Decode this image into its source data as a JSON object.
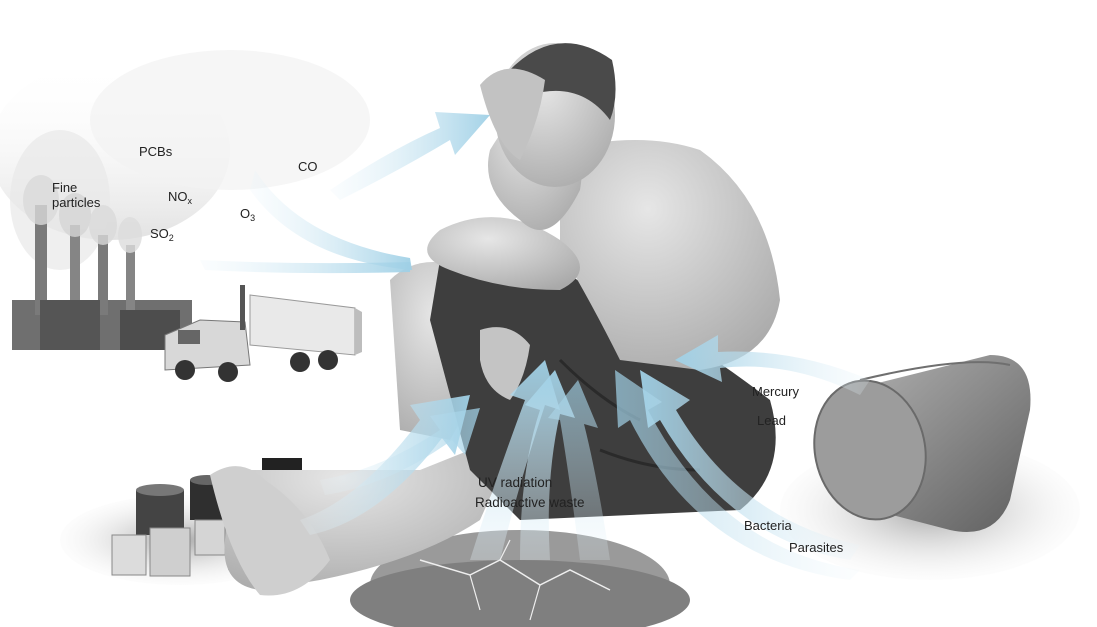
{
  "labels": {
    "fine_particles_1": "Fine",
    "fine_particles_2": "particles",
    "pcbs": "PCBs",
    "nox_main": "NO",
    "nox_sub": "x",
    "so2_main": "SO",
    "so2_sub": "2",
    "o3_main": "O",
    "o3_sub": "3",
    "co": "CO",
    "uv_radiation": "UV radiation",
    "radioactive_waste": "Radioactive waste",
    "mercury": "Mercury",
    "lead": "Lead",
    "bacteria": "Bacteria",
    "parasites": "Parasites"
  },
  "colors": {
    "arrow": "#b9dced",
    "arrow_dark": "#8cc6e0",
    "skin": "#cdcdcd",
    "shorts": "#3c3c3c",
    "barrel": "#8f8f8f",
    "ground": "#bdbdbd"
  }
}
